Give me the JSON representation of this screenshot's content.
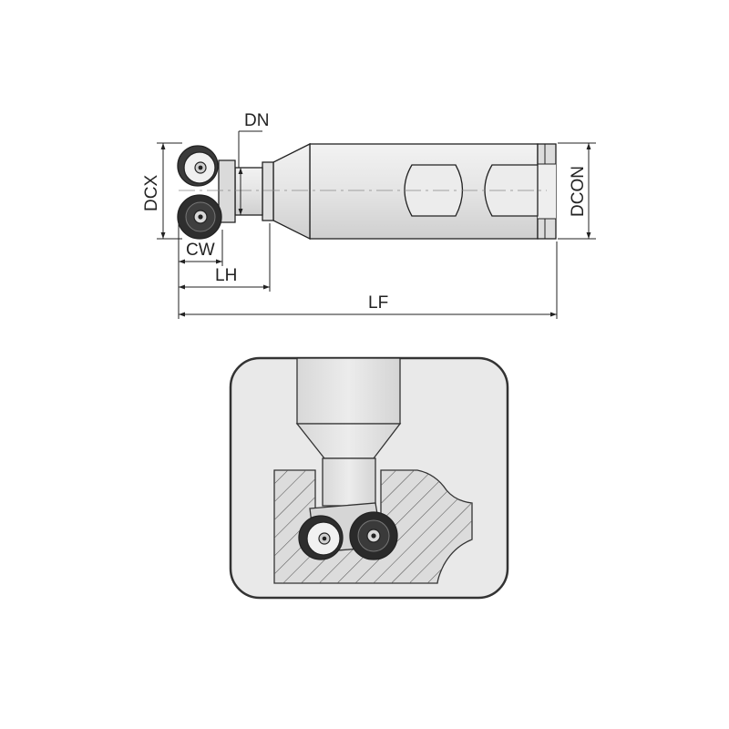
{
  "dimensions": {
    "dn": "DN",
    "dcx": "DCX",
    "dcon": "DCON",
    "cw": "CW",
    "lh": "LH",
    "lf": "LF"
  },
  "colors": {
    "body_fill": "#e2e2e2",
    "insert_dark": "#333333",
    "hatch": "#555555",
    "frame": "#333333",
    "panel": "#e9e9e9"
  }
}
